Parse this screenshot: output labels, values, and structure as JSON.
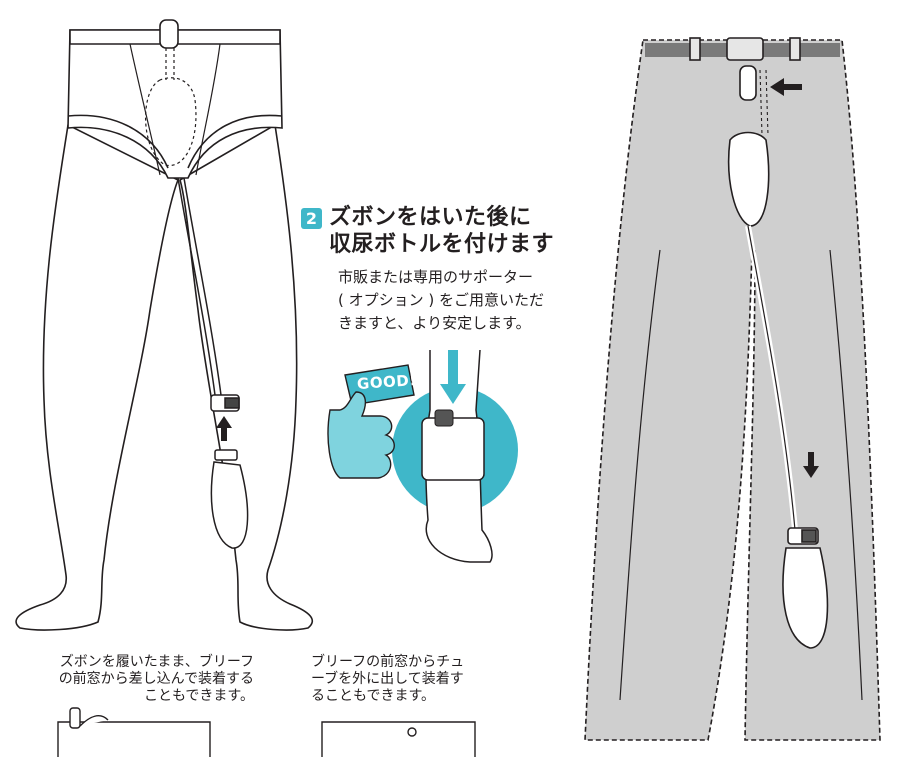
{
  "step": {
    "number": "2",
    "heading_line1": "ズボンをはいた後に",
    "heading_line2": "収尿ボトルを付けます",
    "note_line1": "市販または専用のサポーター",
    "note_line2": "( オプション ) をご用意いただ",
    "note_line3": "きますと、より安定します。"
  },
  "badge": {
    "good": "GOOD!"
  },
  "captions": {
    "left_line1": "ズボンを履いたまま、ブリーフ",
    "left_line2": "の前窓から差し込んで装着する",
    "left_line3": "こともできます。",
    "right_line1": "ブリーフの前窓からチュ",
    "right_line2": "ーブを外に出して装着す",
    "right_line3": "ることもできます。"
  },
  "colors": {
    "accent": "#3fb7c9",
    "pants_gray": "#cfcfcf",
    "belt": "#7a7a7a"
  },
  "icons": [
    "arrow-up-icon",
    "arrow-down-icon",
    "arrow-left-icon",
    "thumbs-up-icon"
  ]
}
